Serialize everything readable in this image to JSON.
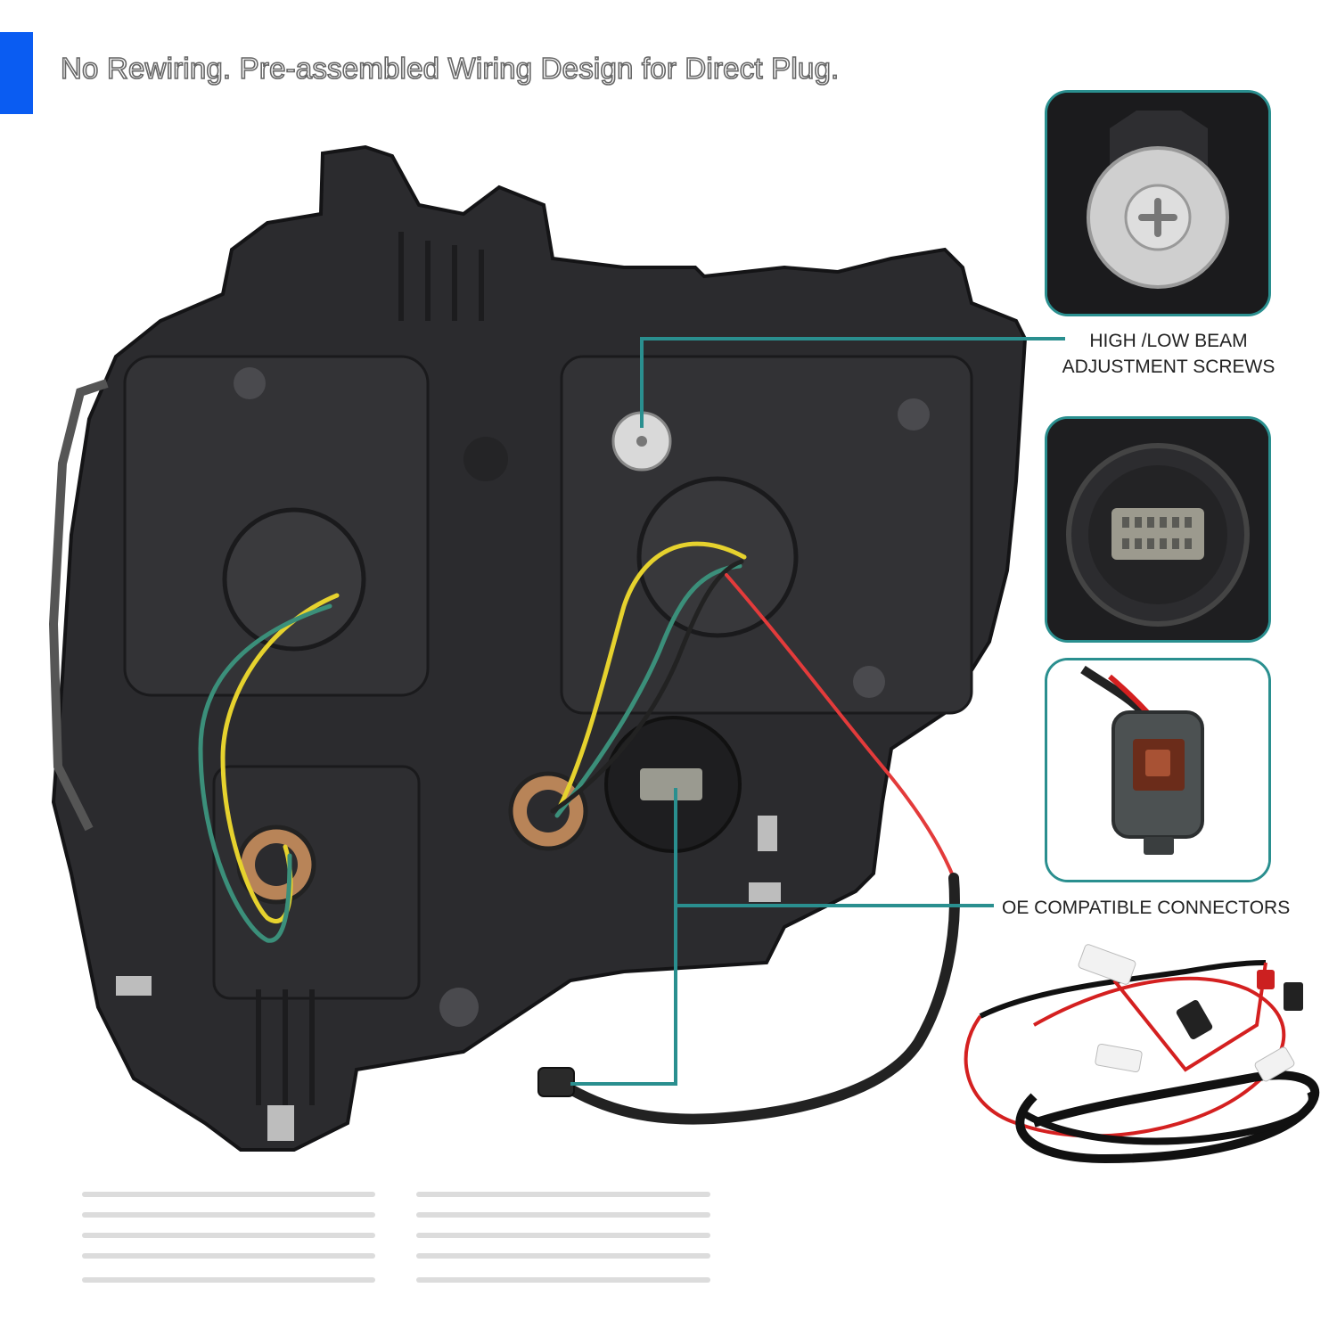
{
  "header": {
    "headline": "No Rewiring. Pre-assembled Wiring Design for Direct Plug."
  },
  "callouts": {
    "adjustment_screws_line1": "HIGH /LOW BEAM",
    "adjustment_screws_line2": "ADJUSTMENT SCREWS",
    "connectors": "OE COMPATIBLE CONNECTORS"
  },
  "colors": {
    "accent": "#0a5cf2",
    "callout_line": "#2a8f8f",
    "housing": "#2b2b2e"
  }
}
